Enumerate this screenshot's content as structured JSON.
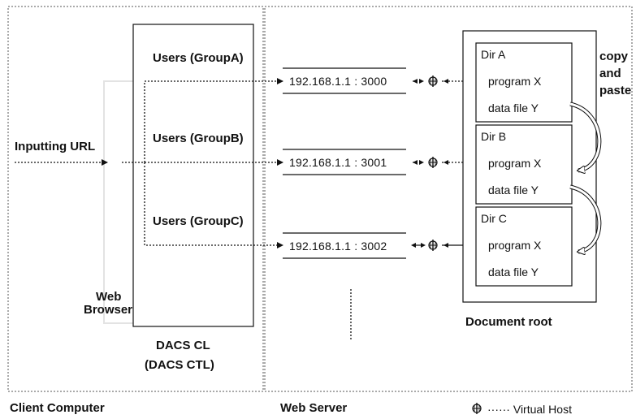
{
  "regions": {
    "client": "Client Computer",
    "server": "Web Server"
  },
  "input_label": "Inputting URL",
  "browser": {
    "web_label_line1": "Web",
    "web_label_line2": "Browser",
    "dacs_line1": "DACS CL",
    "dacs_line2": "(DACS CTL)"
  },
  "groups": [
    "Users (GroupA)",
    "Users (GroupB)",
    "Users (GroupC)"
  ],
  "hosts": [
    "192.168.1.1 : 3000",
    "192.168.1.1 : 3001",
    "192.168.1.1 : 3002"
  ],
  "dirs": [
    {
      "name": "Dir A",
      "program": "program X",
      "data": "data file Y"
    },
    {
      "name": "Dir B",
      "program": "program X",
      "data": "data file Y"
    },
    {
      "name": "Dir C",
      "program": "program X",
      "data": "data file Y"
    }
  ],
  "copy_paste": [
    "copy",
    "and",
    "paste"
  ],
  "document_root": "Document root",
  "legend": {
    "text": "······ Virtual Host",
    "icon": "virtual-host-icon"
  }
}
